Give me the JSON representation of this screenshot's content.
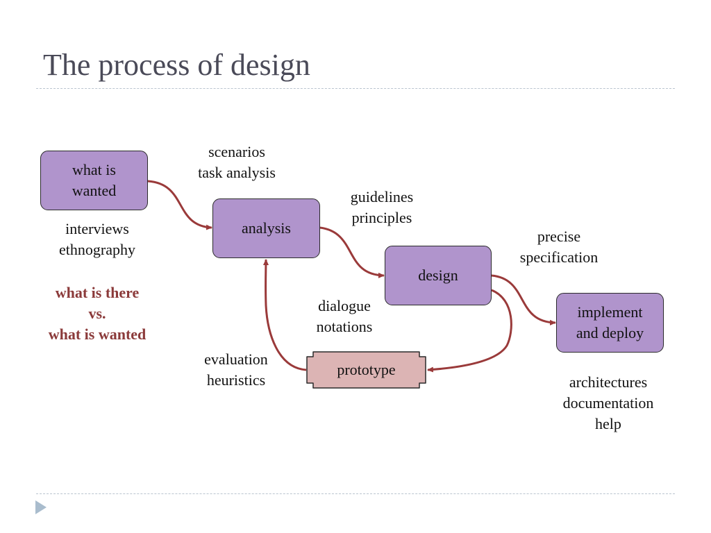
{
  "title": "The process of design",
  "colors": {
    "box_fill": "#b094cc",
    "prototype_fill": "#dcb4b4",
    "arrow": "#9a3a3a",
    "emphasis_text": "#8b3a3a",
    "title_text": "#4a4a58"
  },
  "nodes": {
    "wanted": {
      "lines": [
        "what is",
        "wanted"
      ]
    },
    "analysis": {
      "lines": [
        "analysis"
      ]
    },
    "design": {
      "lines": [
        "design"
      ]
    },
    "implement": {
      "lines": [
        "implement",
        "and deploy"
      ]
    },
    "prototype": {
      "lines": [
        "prototype"
      ]
    }
  },
  "notes": {
    "scenarios": [
      "scenarios",
      "task analysis"
    ],
    "guidelines": [
      "guidelines",
      "principles"
    ],
    "precise": [
      "precise",
      "specification"
    ],
    "interviews": [
      "interviews",
      "ethnography"
    ],
    "dialogue": [
      "dialogue",
      "notations"
    ],
    "evaluation": [
      "evaluation",
      "heuristics"
    ],
    "arch": [
      "architectures",
      "documentation",
      "help"
    ],
    "vs": [
      "what is there",
      "vs.",
      "what is wanted"
    ]
  },
  "nav": {
    "icon": "triangle-right-icon"
  }
}
